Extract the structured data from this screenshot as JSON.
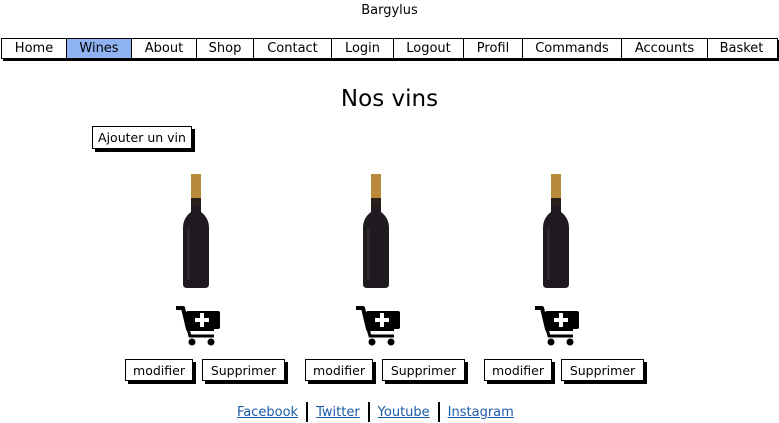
{
  "site": {
    "title": "Bargylus"
  },
  "nav": {
    "items": [
      {
        "label": "Home"
      },
      {
        "label": "Wines"
      },
      {
        "label": "About"
      },
      {
        "label": "Shop"
      },
      {
        "label": "Contact"
      },
      {
        "label": "Login"
      },
      {
        "label": "Logout"
      },
      {
        "label": "Profil"
      },
      {
        "label": "Commands"
      },
      {
        "label": "Accounts"
      },
      {
        "label": "Basket"
      }
    ],
    "active": "Wines"
  },
  "main": {
    "title": "Nos vins",
    "add_label": "Ajouter un vin",
    "products": [
      {
        "edit_label": "modifier",
        "delete_label": "Supprimer",
        "icon": "wine-bottle-icon",
        "cart_icon": "add-to-cart-icon"
      },
      {
        "edit_label": "modifier",
        "delete_label": "Supprimer",
        "icon": "wine-bottle-icon",
        "cart_icon": "add-to-cart-icon"
      },
      {
        "edit_label": "modifier",
        "delete_label": "Supprimer",
        "icon": "wine-bottle-icon",
        "cart_icon": "add-to-cart-icon"
      }
    ]
  },
  "footer": {
    "links": [
      {
        "label": "Facebook"
      },
      {
        "label": "Twitter"
      },
      {
        "label": "Youtube"
      },
      {
        "label": "Instagram"
      }
    ]
  },
  "colors": {
    "active_nav": "#8fb3f0",
    "link": "#1a5aa8",
    "bottle": "#1f1a1f",
    "cap": "#b88a3a"
  }
}
